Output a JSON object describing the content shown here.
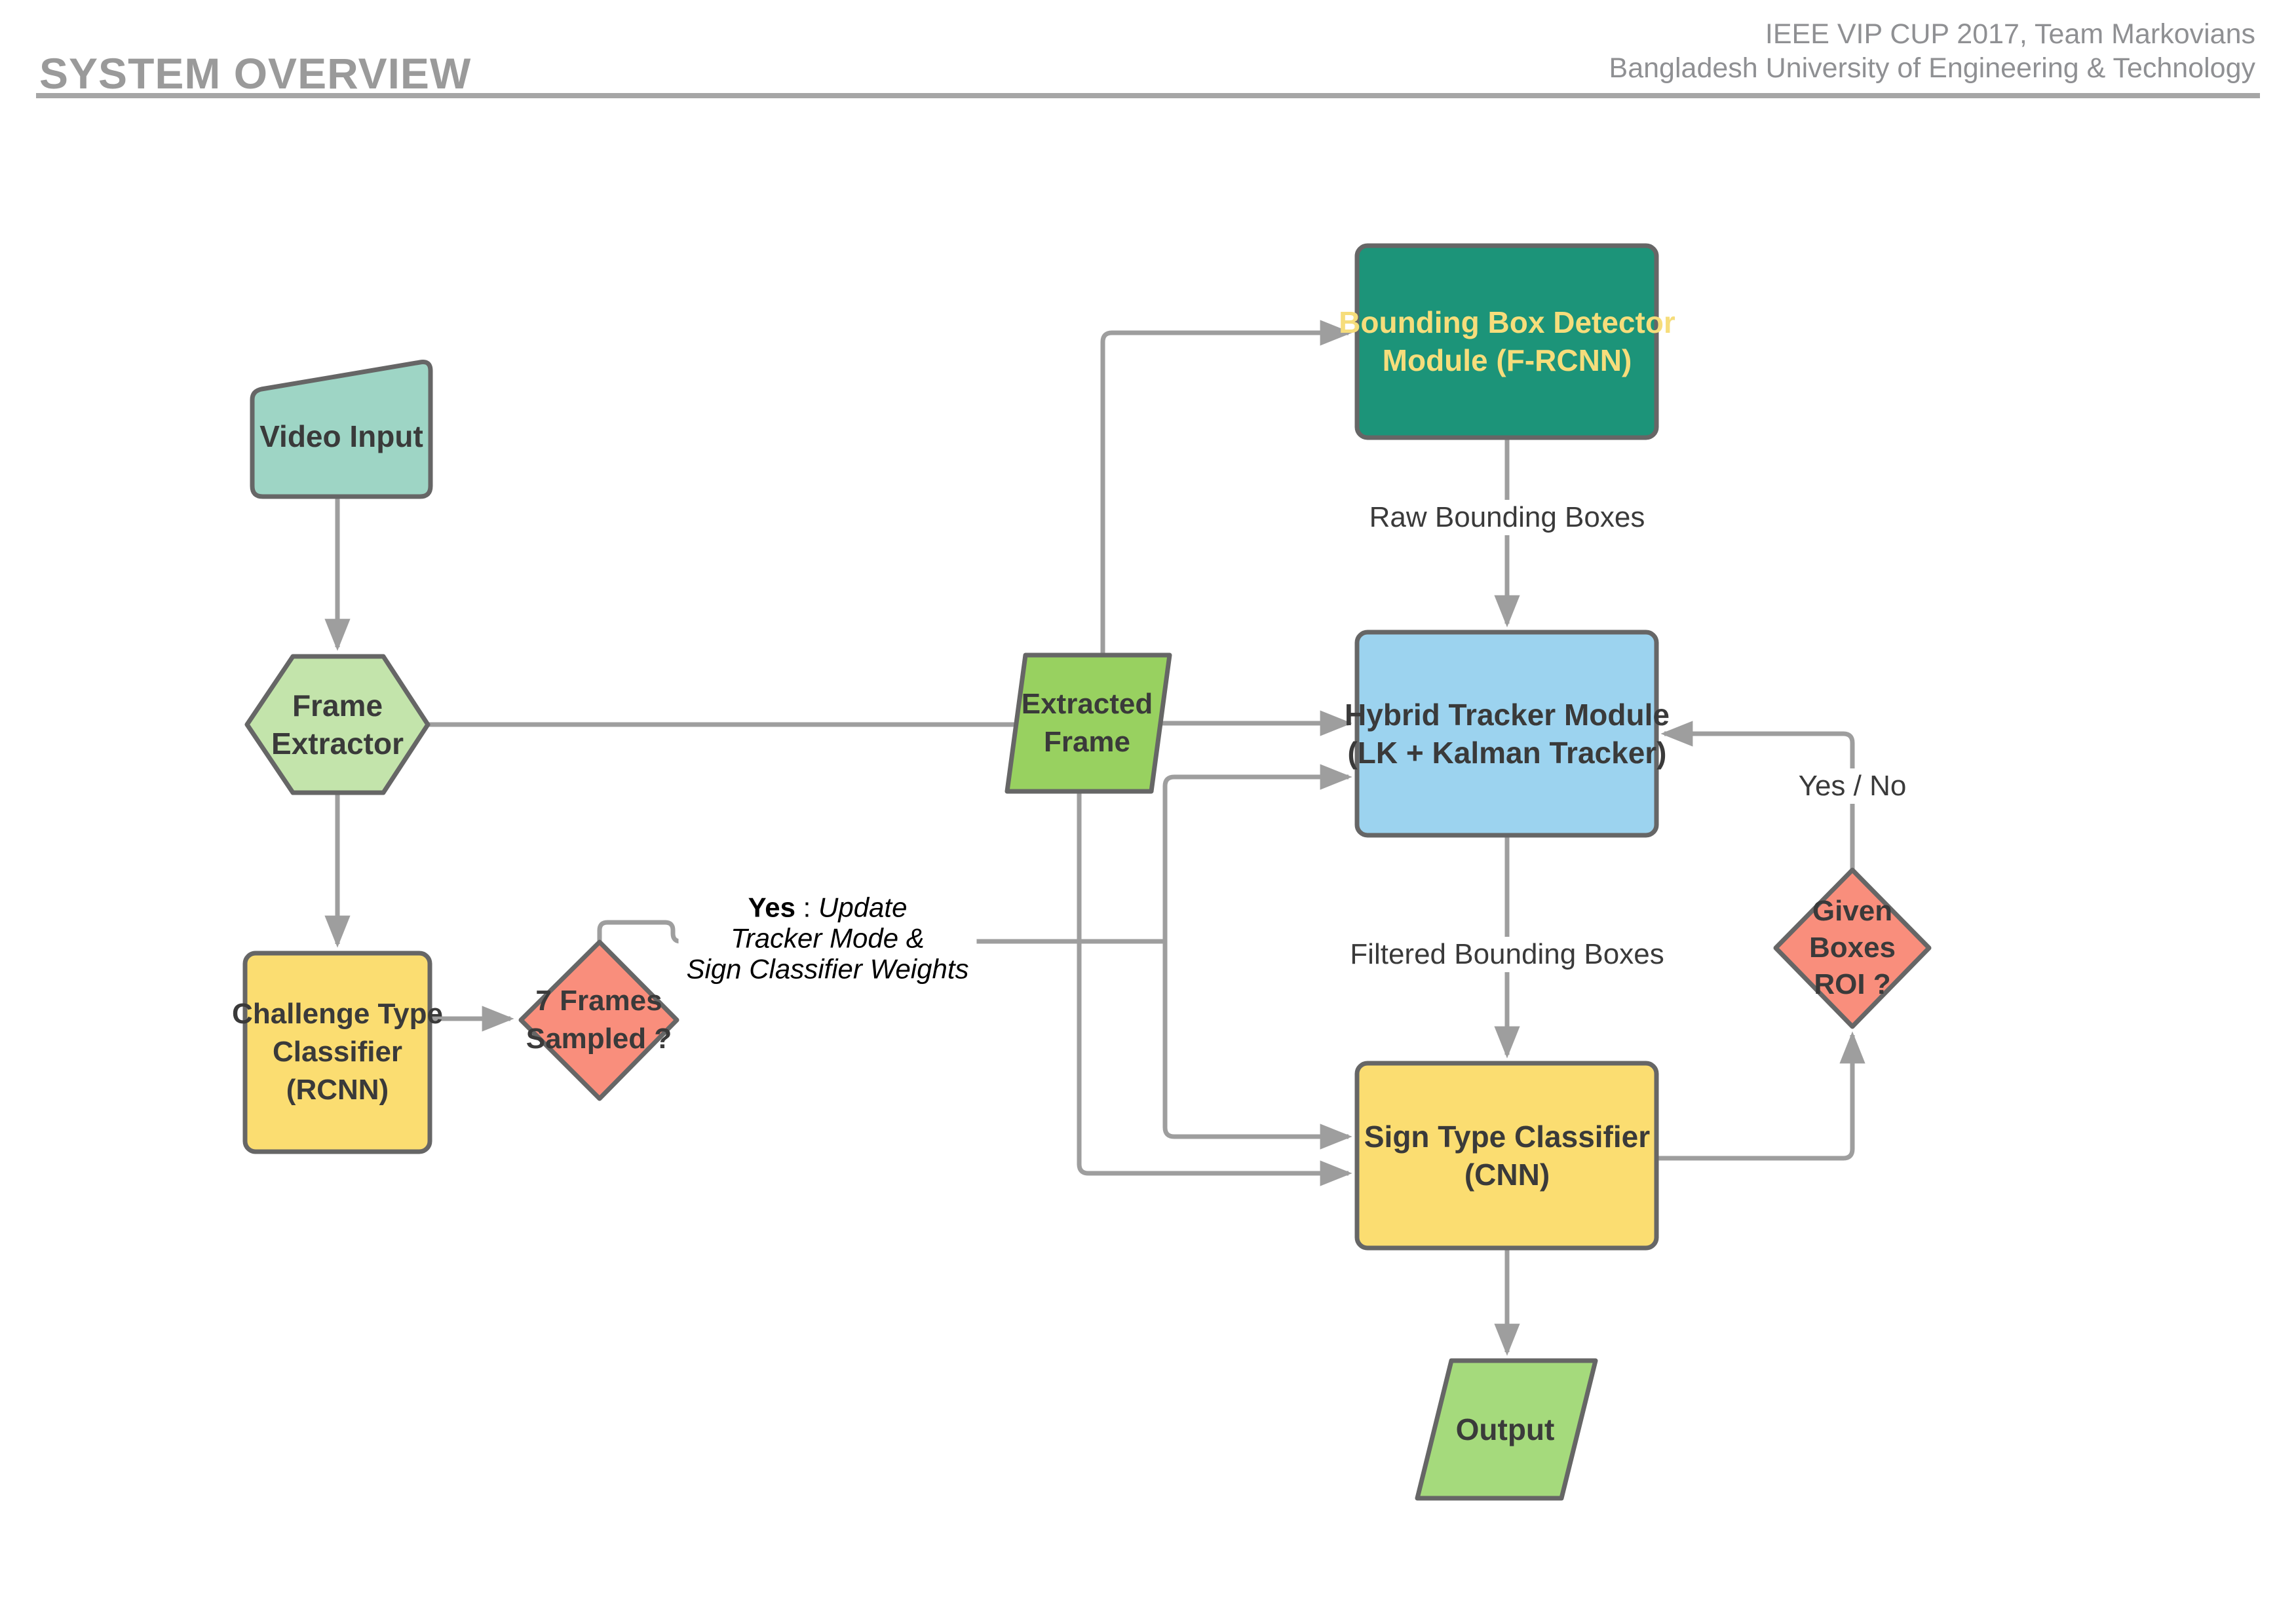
{
  "header": {
    "title": "SYSTEM OVERVIEW",
    "affiliation_line1": "IEEE VIP CUP 2017, Team Markovians",
    "affiliation_line2": "Bangladesh University of Engineering & Technology"
  },
  "nodes": {
    "video_input": {
      "label": "Video Input"
    },
    "frame_extractor": {
      "line1": "Frame",
      "line2": "Extractor"
    },
    "challenge_classifier": {
      "line1": "Challenge Type",
      "line2": "Classifier",
      "line3": "(RCNN)"
    },
    "frames_sampled": {
      "line1": "7 Frames",
      "line2": "Sampled ?"
    },
    "extracted_frame": {
      "line1": "Extracted",
      "line2": "Frame"
    },
    "bbox_detector": {
      "line1": "Bounding Box Detector",
      "line2": "Module (F-RCNN)"
    },
    "hybrid_tracker": {
      "line1": "Hybrid Tracker Module",
      "line2": "(LK + Kalman Tracker)"
    },
    "sign_classifier": {
      "line1": "Sign Type Classifier",
      "line2": "(CNN)"
    },
    "given_boxes_roi": {
      "line1": "Given",
      "line2": "Boxes",
      "line3": "ROI ?"
    },
    "output": {
      "label": "Output"
    }
  },
  "edge_labels": {
    "raw_boxes": "Raw Bounding Boxes",
    "filtered_boxes": "Filtered Bounding Boxes",
    "yes_no": "Yes / No",
    "yes_update": {
      "prefix": "Yes",
      "separator": " : ",
      "line1": "Update",
      "line2": "Tracker Mode &",
      "line3": "Sign Classifier Weights"
    }
  },
  "colors": {
    "video_input_fill": "#9ed5c5",
    "frame_extractor_fill": "#c3e4ab",
    "classifier_yellow_fill": "#fbdd71",
    "decision_salmon_fill": "#f98e7c",
    "extracted_frame_fill": "#98d160",
    "output_fill": "#a5da7c",
    "detector_fill": "#1c9479",
    "detector_text": "#f6dd7b",
    "tracker_fill": "#9cd3ef",
    "shape_border": "#666666",
    "connector": "#9e9e9e",
    "node_text": "#3a3a3a",
    "header_gray": "#8f9093"
  }
}
